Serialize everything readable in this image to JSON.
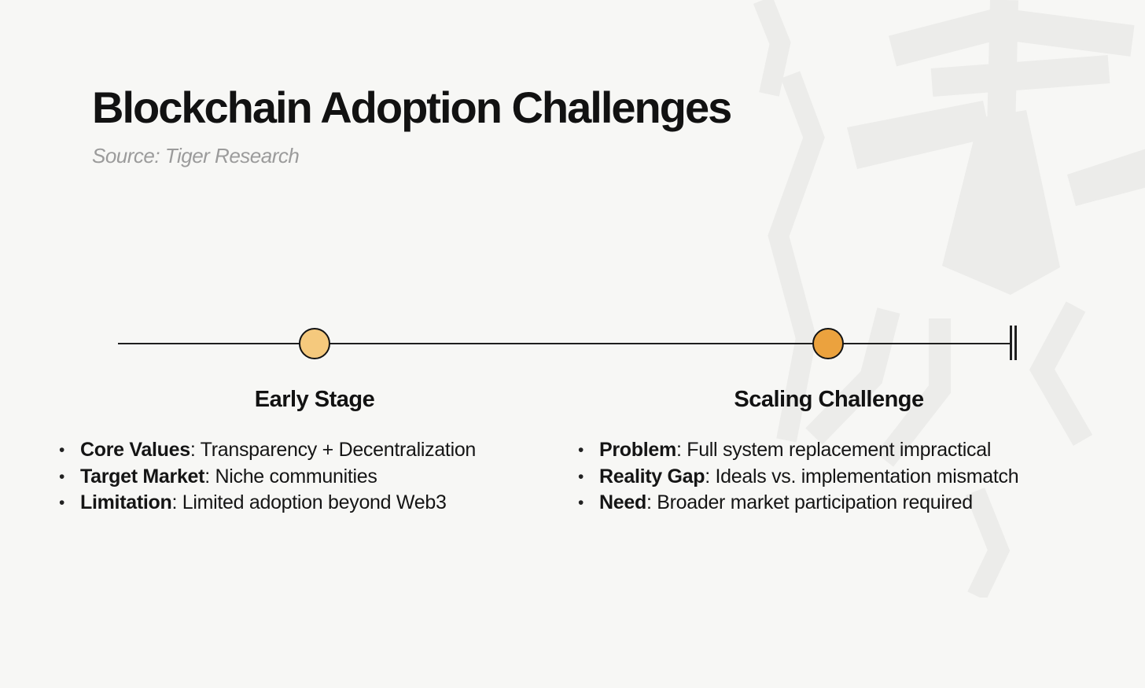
{
  "page": {
    "title": "Blockchain Adoption Challenges",
    "source": "Source: Tiger Research"
  },
  "ui": {
    "bullet": "•"
  },
  "colors": {
    "background": "#F7F7F5",
    "watermark": "#ECECEA",
    "title_text": "#121212",
    "subtitle_text": "#9B9B9B",
    "timeline_line": "#1F1F1F",
    "marker_border": "#141414",
    "early_stage_marker": "#F5C97D",
    "scaling_challenge_marker": "#EBA23E"
  },
  "timeline": {
    "end_cap": "double-bar",
    "stages": [
      {
        "label": "Early Stage",
        "marker_color": "#F5C97D"
      },
      {
        "label": "Scaling Challenge",
        "marker_color": "#EBA23E"
      }
    ]
  },
  "columns": [
    {
      "stage": "Early Stage",
      "items": [
        {
          "term": "Core Values",
          "desc": ": Transparency + Decentralization"
        },
        {
          "term": "Target Market",
          "desc": ": Niche communities"
        },
        {
          "term": "Limitation",
          "desc": ": Limited adoption beyond Web3"
        }
      ]
    },
    {
      "stage": "Scaling Challenge",
      "items": [
        {
          "term": "Problem",
          "desc": ": Full system replacement impractical"
        },
        {
          "term": "Reality Gap",
          "desc": ": Ideals vs. implementation mismatch"
        },
        {
          "term": "Need",
          "desc": ": Broader market participation required"
        }
      ]
    }
  ]
}
